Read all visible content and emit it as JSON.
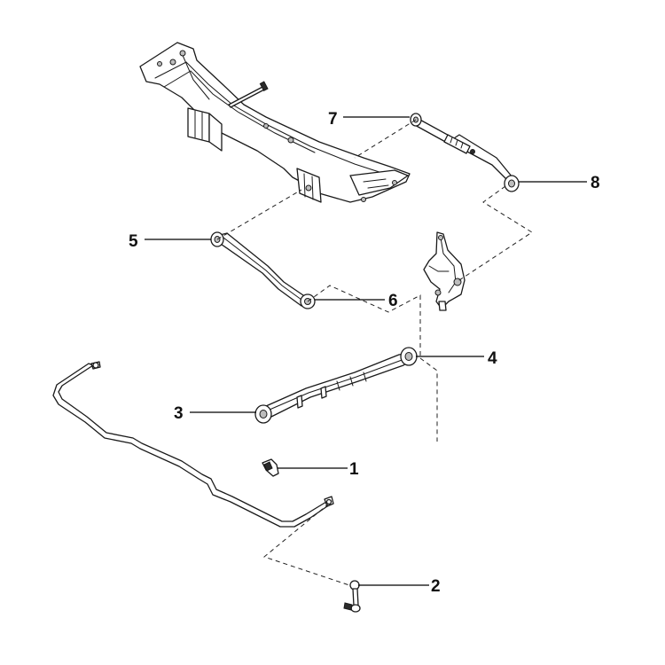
{
  "callouts": [
    {
      "id": "1",
      "label": "1",
      "part": "stabilizer-bushing-clamp"
    },
    {
      "id": "2",
      "label": "2",
      "part": "stabilizer-link"
    },
    {
      "id": "3",
      "label": "3",
      "part": "trailing-arm-front-bushing"
    },
    {
      "id": "4",
      "label": "4",
      "part": "trailing-arm-rear-bushing"
    },
    {
      "id": "5",
      "label": "5",
      "part": "lower-arm-inner-bushing"
    },
    {
      "id": "6",
      "label": "6",
      "part": "lower-arm-outer-bushing"
    },
    {
      "id": "7",
      "label": "7",
      "part": "upper-arm-inner-bushing"
    },
    {
      "id": "8",
      "label": "8",
      "part": "upper-arm-outer-bushing"
    }
  ]
}
